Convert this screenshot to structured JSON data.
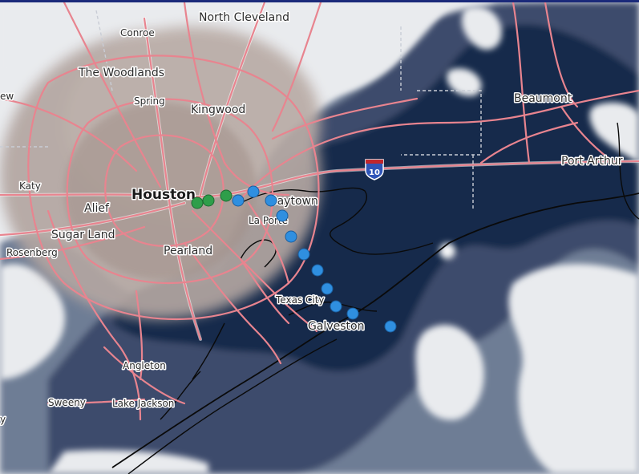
{
  "map": {
    "cities": [
      {
        "id": "north-cleveland",
        "name": "North Cleveland",
        "size": "mid"
      },
      {
        "id": "conroe",
        "name": "Conroe",
        "size": "small"
      },
      {
        "id": "the-woodlands",
        "name": "The Woodlands",
        "size": "mid"
      },
      {
        "id": "spring",
        "name": "Spring",
        "size": "small"
      },
      {
        "id": "kingwood",
        "name": "Kingwood",
        "size": "mid"
      },
      {
        "id": "beaumont",
        "name": "Beaumont",
        "size": "mid"
      },
      {
        "id": "port-arthur",
        "name": "Port Arthur",
        "size": "mid"
      },
      {
        "id": "katy",
        "name": "Katy",
        "size": "small"
      },
      {
        "id": "houston",
        "name": "Houston",
        "size": "major"
      },
      {
        "id": "alief",
        "name": "Alief",
        "size": "mid"
      },
      {
        "id": "baytown",
        "name": "Baytown",
        "size": "mid"
      },
      {
        "id": "la-porte",
        "name": "La Porte",
        "size": "small"
      },
      {
        "id": "sugar-land",
        "name": "Sugar Land",
        "size": "mid"
      },
      {
        "id": "rosenberg",
        "name": "Rosenberg",
        "size": "small"
      },
      {
        "id": "pearland",
        "name": "Pearland",
        "size": "mid"
      },
      {
        "id": "texas-city",
        "name": "Texas City",
        "size": "small"
      },
      {
        "id": "galveston",
        "name": "Galveston",
        "size": "mid"
      },
      {
        "id": "angleton",
        "name": "Angleton",
        "size": "small"
      },
      {
        "id": "sweeny",
        "name": "Sweeny",
        "size": "small"
      },
      {
        "id": "lake-jackson",
        "name": "Lake Jackson",
        "size": "small"
      },
      {
        "id": "edge-ew",
        "name": "ew",
        "size": "small"
      },
      {
        "id": "edge-y",
        "name": "y",
        "size": "small"
      }
    ],
    "shield": {
      "label": "10",
      "color": "#2f55b8"
    },
    "markers": {
      "green_color": "#2e9e4a",
      "blue_color": "#2f8fe0",
      "green_count": 3,
      "blue_count": 11
    },
    "colors": {
      "land_light": "#e9ebee",
      "haze_warm": "#b3a6a1",
      "density_low": "#6e7d95",
      "density_mid": "#3c4c6c",
      "density_high": "#17294b",
      "road": "#e8848f"
    }
  }
}
